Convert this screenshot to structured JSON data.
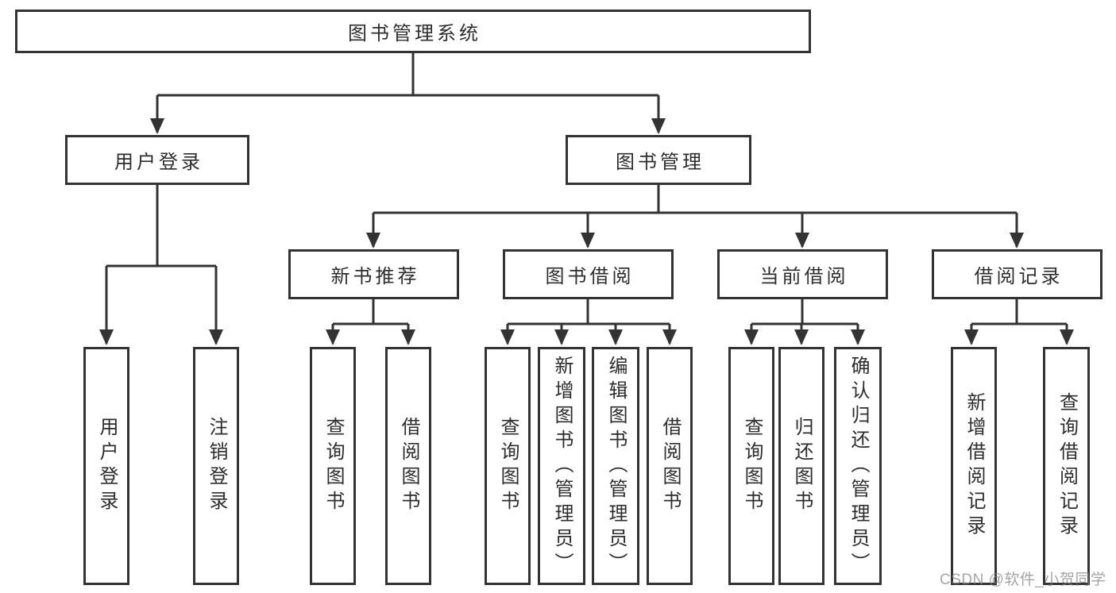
{
  "diagram_title": "图书管理系统",
  "colors": {
    "line": "#333333",
    "box_border": "#333333",
    "text": "#2d2d2d",
    "background": "#ffffff",
    "watermark": "#828282"
  },
  "watermark": {
    "text": "CSDN @软件_小贺同学"
  },
  "tree": {
    "label": "图书管理系统",
    "children": [
      {
        "label": "用户登录",
        "children": [
          {
            "label": "用户登录"
          },
          {
            "label": "注销登录"
          }
        ]
      },
      {
        "label": "图书管理",
        "children": [
          {
            "label": "新书推荐",
            "children": [
              {
                "label": "查询图书"
              },
              {
                "label": "借阅图书"
              }
            ]
          },
          {
            "label": "图书借阅",
            "children": [
              {
                "label": "查询图书"
              },
              {
                "label": "新增图书（管理员）"
              },
              {
                "label": "编辑图书（管理员）"
              },
              {
                "label": "借阅图书"
              }
            ]
          },
          {
            "label": "当前借阅",
            "children": [
              {
                "label": "查询图书"
              },
              {
                "label": "归还图书"
              },
              {
                "label": "确认归还（管理员）"
              }
            ]
          },
          {
            "label": "借阅记录",
            "children": [
              {
                "label": "新增借阅记录"
              },
              {
                "label": "查询借阅记录"
              }
            ]
          }
        ]
      }
    ]
  }
}
